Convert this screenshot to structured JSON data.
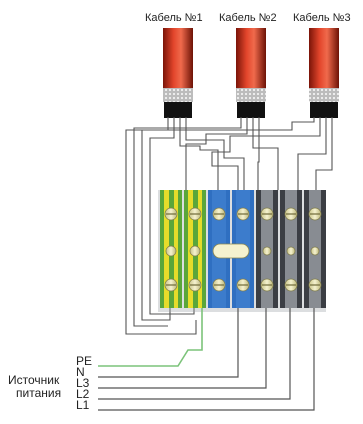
{
  "cables": [
    {
      "label": "Кабель №1"
    },
    {
      "label": "Кабель №2"
    },
    {
      "label": "Кабель №3"
    }
  ],
  "terminals": [
    {
      "name": "terminal-pe-1",
      "type": "PE"
    },
    {
      "name": "terminal-pe-2",
      "type": "PE"
    },
    {
      "name": "terminal-n-1",
      "type": "N"
    },
    {
      "name": "terminal-n-2",
      "type": "N"
    },
    {
      "name": "terminal-l-1",
      "type": "L"
    },
    {
      "name": "terminal-l-2",
      "type": "L"
    },
    {
      "name": "terminal-l-3",
      "type": "L"
    }
  ],
  "source": {
    "label_line1": "Источник",
    "label_line2": "питания",
    "conductors": [
      "PE",
      "N",
      "L3",
      "L2",
      "L1"
    ]
  },
  "colors": {
    "cable_jacket": "#d9341e",
    "cable_shield": "#c9c9c9",
    "terminal_pe_green": "#5aa63a",
    "terminal_pe_yellow": "#e6dc2a",
    "terminal_n_blue": "#2f6fc1",
    "terminal_l_dark": "#3b3e44",
    "pe_wire": "#7cc37a"
  }
}
